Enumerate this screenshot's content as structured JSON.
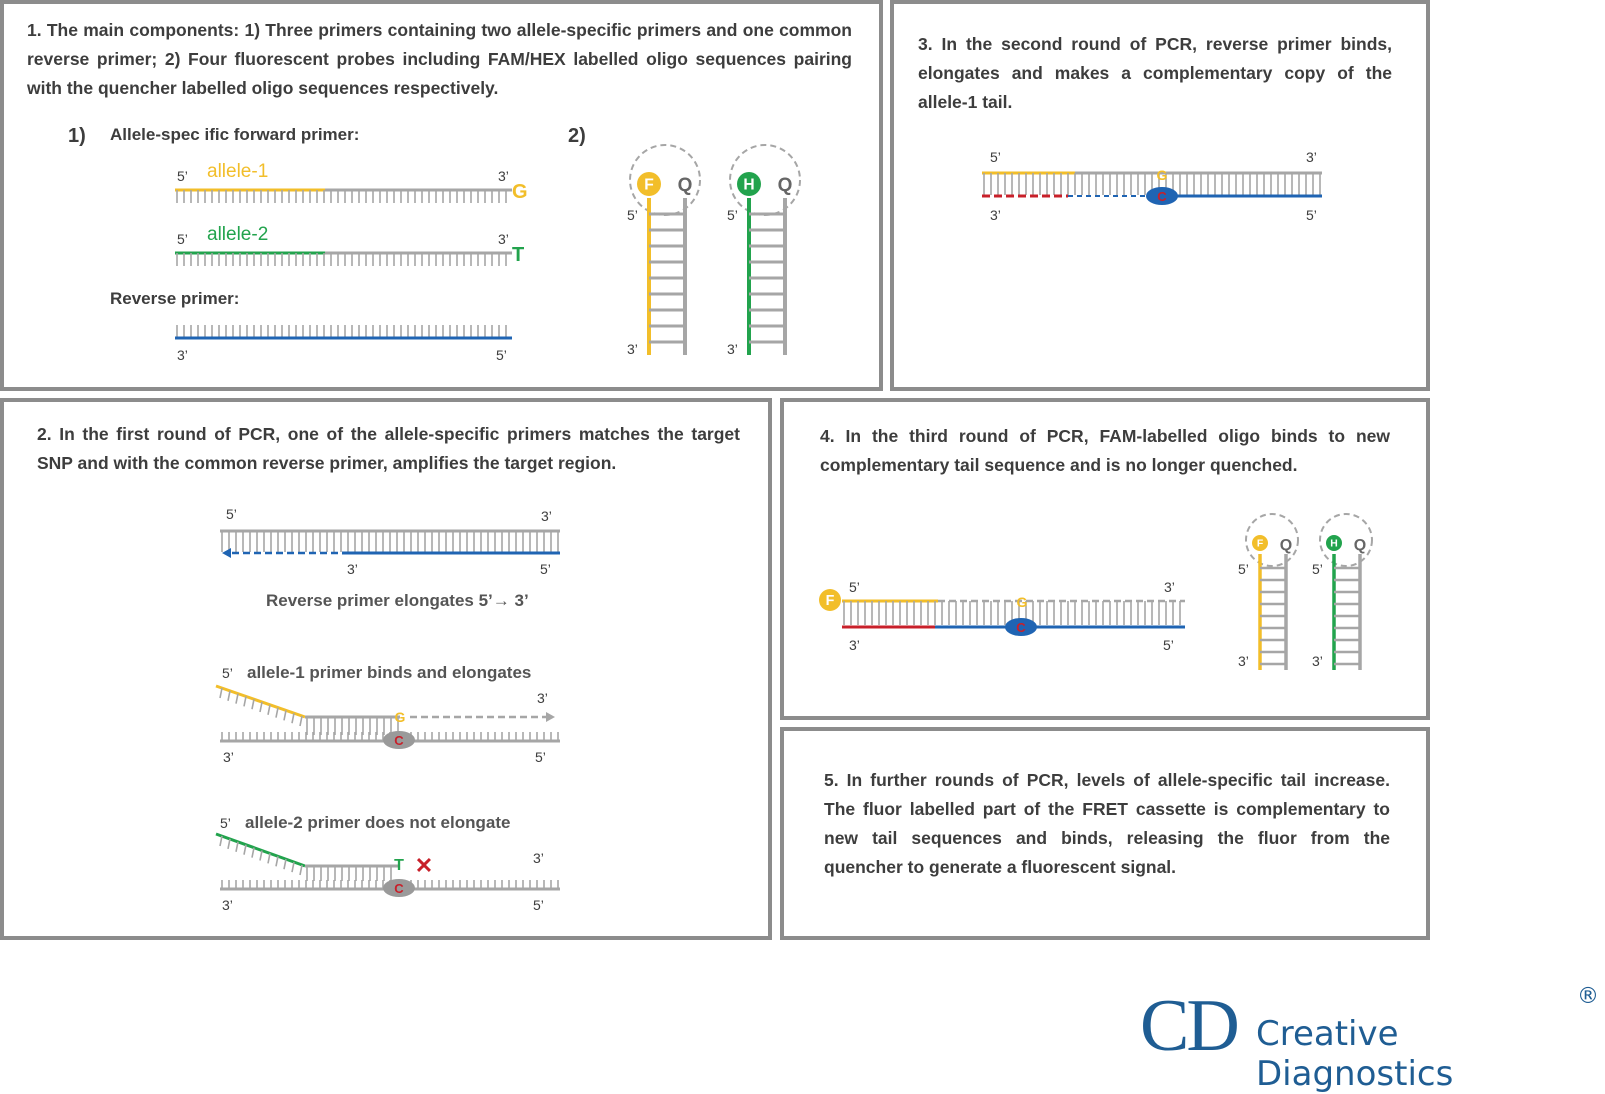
{
  "panel1": {
    "text": "1. The main components: 1) Three primers containing two allele-specific primers and one common reverse primer; 2) Four fluorescent probes including FAM/HEX labelled oligo sequences pairing with the quencher labelled oligo sequences respectively.",
    "sub1_num": "1)",
    "sub1_title": "Allele-spec ific forward primer:",
    "sub2_num": "2)",
    "allele1_label": "allele-1",
    "allele2_label": "allele-2",
    "allele1_base": "G",
    "allele2_base": "T",
    "reverse_title": "Reverse primer:",
    "fam_letter": "F",
    "hex_letter": "H",
    "quencher_letter": "Q"
  },
  "panel2": {
    "text": "2. In the first round of PCR, one of the allele-specific primers matches the target SNP and with the common reverse primer, amplifies the target region.",
    "elongate_caption": "Reverse primer elongates 5’→ 3’",
    "allele1_caption": "allele-1 primer binds and elongates",
    "allele2_caption": "allele-2 primer does not elongate",
    "base_g": "G",
    "base_t": "T",
    "base_c": "C"
  },
  "panel3": {
    "text": "3. In the second round of PCR, reverse primer binds, elongates and makes a complementary copy of the allele-1 tail.",
    "base_g": "G",
    "base_c": "C"
  },
  "panel4": {
    "text": "4. In the third round of PCR, FAM-labelled oligo binds to new complementary tail sequence and is no longer quenched.",
    "fam_letter": "F",
    "hex_letter": "H",
    "quencher_letter": "Q",
    "base_g": "G",
    "base_c": "C"
  },
  "panel5": {
    "text": "5. In further rounds of PCR, levels of allele-specific tail increase. The fluor labelled part of the FRET cassette is complementary to new tail sequences and binds, releasing the fluor from the quencher to generate a fluorescent signal."
  },
  "ends": {
    "five": "5’",
    "three": "3’"
  },
  "logo": {
    "mark": "CD",
    "name": "Creative Diagnostics",
    "registered": "®"
  },
  "colors": {
    "yellow": "#f2be2a",
    "green": "#22a34d",
    "blue": "#1f64b3",
    "red": "#c8202a",
    "gray": "#a6a6a6",
    "border": "#8c8c8c",
    "text": "#3d3d3d",
    "logo": "#1f5d93"
  }
}
